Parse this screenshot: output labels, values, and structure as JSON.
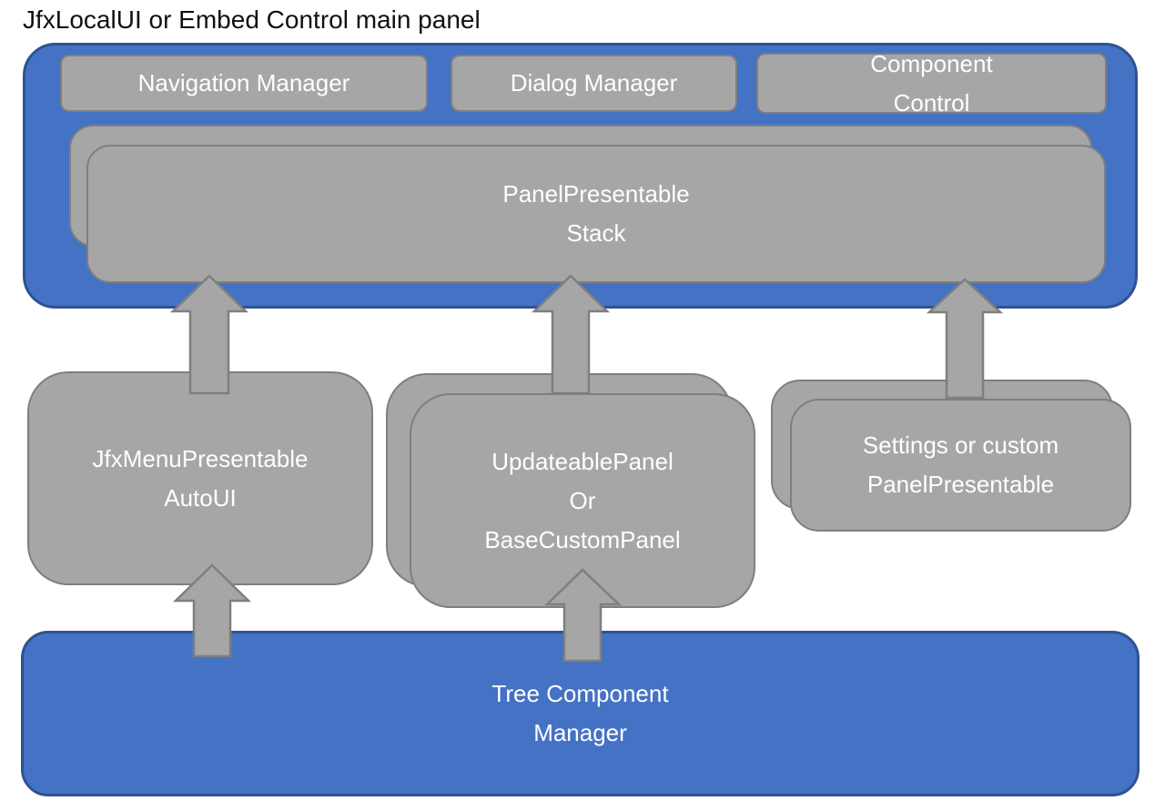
{
  "title": "JfxLocalUI or Embed Control main panel",
  "colors": {
    "panel_blue": "#4472C4",
    "panel_blue_border": "#2F528F",
    "box_gray": "#A6A6A6",
    "box_gray_border": "#7F7F7F",
    "text_light": "#FFFFFF"
  },
  "top_panel": {
    "managers": [
      {
        "label": "Navigation Manager"
      },
      {
        "label": "Dialog Manager"
      },
      {
        "lines": [
          "Component",
          "Control"
        ]
      }
    ],
    "stack": {
      "lines": [
        "PanelPresentable",
        "Stack"
      ]
    }
  },
  "middle": {
    "jfx_menu": {
      "lines": [
        "JfxMenuPresentable",
        "AutoUI"
      ]
    },
    "updateable": {
      "lines": [
        "UpdateablePanel",
        "Or",
        "BaseCustomPanel"
      ]
    },
    "settings": {
      "lines": [
        "Settings or custom",
        "PanelPresentable"
      ]
    }
  },
  "bottom_panel": {
    "lines": [
      "Tree Component",
      "Manager"
    ]
  },
  "connections": [
    {
      "from": "jfx-menu-presentable-autoui",
      "to": "panel-presentable-stack"
    },
    {
      "from": "updateable-panel",
      "to": "panel-presentable-stack"
    },
    {
      "from": "settings-panel",
      "to": "panel-presentable-stack"
    },
    {
      "from": "tree-component-manager",
      "to": "jfx-menu-presentable-autoui"
    },
    {
      "from": "tree-component-manager",
      "to": "updateable-panel"
    }
  ]
}
